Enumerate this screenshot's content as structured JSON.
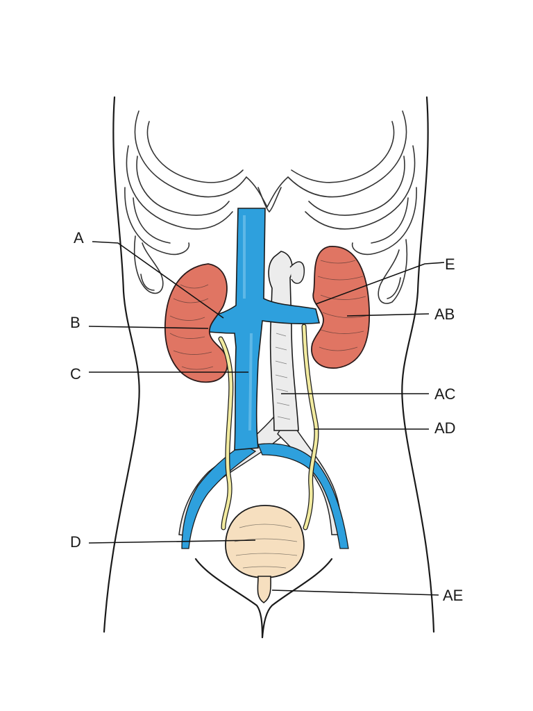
{
  "labels": {
    "A": "A",
    "B": "B",
    "C": "C",
    "D": "D",
    "E": "E",
    "AB": "AB",
    "AC": "AC",
    "AD": "AD",
    "AE": "AE"
  },
  "colors": {
    "kidney": "#e07563",
    "vein": "#2ea0dd",
    "aorta": "#ececec",
    "ureter": "#f2eba0",
    "bladder": "#f6dfbf",
    "background": "#ffffff"
  }
}
